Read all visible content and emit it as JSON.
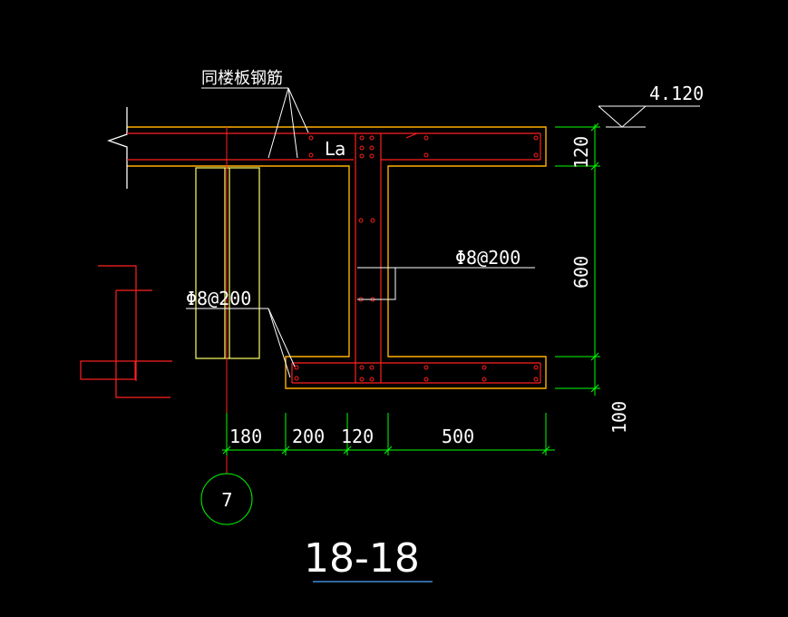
{
  "drawing": {
    "elevation_label": "4.120",
    "slab_note": "同楼板钢筋",
    "anchorage_label": "La",
    "stirrup_right_label": "Φ8@200",
    "stirrup_left_label": "Φ8@200",
    "dims_horizontal": [
      "180",
      "200",
      "120",
      "500"
    ],
    "dims_vertical": [
      "120",
      "600",
      "100"
    ],
    "axis_label": "7",
    "section_title": "18-18",
    "colors": {
      "background": "#000000",
      "concrete": "#FFB000",
      "rebar": "#FF2020",
      "dimension": "#00FF00",
      "annotation": "#FFFFFF",
      "column": "#FFFF66",
      "title_underline": "#4AA8FF"
    }
  }
}
